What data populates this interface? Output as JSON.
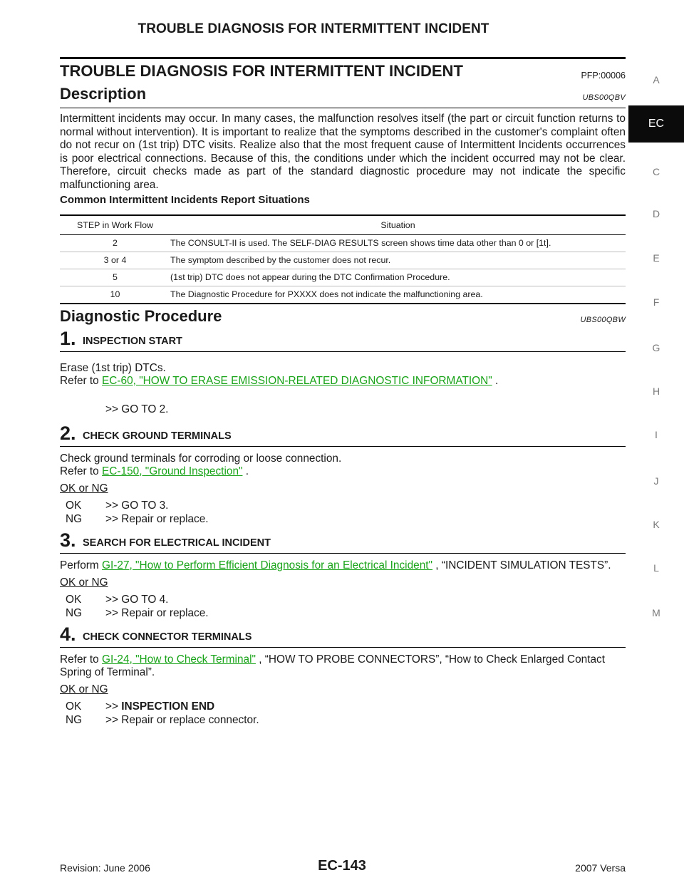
{
  "header": {
    "title": "TROUBLE DIAGNOSIS FOR INTERMITTENT INCIDENT"
  },
  "sidebar": {
    "letters": [
      "A",
      "EC",
      "C",
      "D",
      "E",
      "F",
      "G",
      "H",
      "I",
      "J",
      "K",
      "L",
      "M"
    ],
    "active": "EC"
  },
  "section1": {
    "title": "TROUBLE DIAGNOSIS FOR INTERMITTENT INCIDENT",
    "code": "PFP:00006"
  },
  "description": {
    "title": "Description",
    "code": "UBS00QBV",
    "body": "Intermittent incidents may occur. In many cases, the malfunction resolves itself (the part or circuit function returns to normal without intervention). It is important to realize that the symptoms described in the customer's complaint often do not recur on (1st trip) DTC visits. Realize also that the most frequent cause of Intermittent Incidents occurrences is poor electrical connections. Because of this, the conditions under which the incident occurred may not be clear. Therefore, circuit checks made as part of the standard diagnostic procedure may not indicate the specific malfunctioning area.",
    "subhead": "Common Intermittent Incidents Report Situations"
  },
  "table": {
    "headers": [
      "STEP in Work Flow",
      "Situation"
    ],
    "rows": [
      [
        "2",
        "The CONSULT-II is used. The SELF-DIAG RESULTS screen shows time data other than 0 or [1t]."
      ],
      [
        "3 or 4",
        "The symptom described by the customer does not recur."
      ],
      [
        "5",
        "(1st trip) DTC does not appear during the DTC Confirmation Procedure."
      ],
      [
        "10",
        "The Diagnostic Procedure for PXXXX does not indicate the malfunctioning area."
      ]
    ]
  },
  "procedure": {
    "title": "Diagnostic Procedure",
    "code": "UBS00QBW"
  },
  "steps": {
    "s1": {
      "num": "1.",
      "label": "INSPECTION START",
      "line1": "Erase (1st trip) DTCs.",
      "refer": "Refer to ",
      "link": "EC-60, \"HOW TO ERASE EMISSION-RELATED DIAGNOSTIC INFORMATION\"",
      "after": " .",
      "goto": ">> GO TO 2."
    },
    "s2": {
      "num": "2.",
      "label": "CHECK GROUND TERMINALS",
      "line1": "Check ground terminals for corroding or loose connection.",
      "refer": "Refer to ",
      "link": "EC-150, \"Ground Inspection\"",
      "after": " .",
      "okng": "OK or NG",
      "ok_k": "OK",
      "ok_v": ">> GO TO 3.",
      "ng_k": "NG",
      "ng_v": ">> Repair or replace."
    },
    "s3": {
      "num": "3.",
      "label": "SEARCH FOR ELECTRICAL INCIDENT",
      "pre": "Perform ",
      "link": "GI-27, \"How to Perform Efficient Diagnosis for an Electrical Incident\"",
      "after": " , “INCIDENT SIMULATION TESTS”.",
      "okng": "OK or NG",
      "ok_k": "OK",
      "ok_v": ">> GO TO 4.",
      "ng_k": "NG",
      "ng_v": ">> Repair or replace."
    },
    "s4": {
      "num": "4.",
      "label": "CHECK CONNECTOR TERMINALS",
      "pre": "Refer to ",
      "link": "GI-24, \"How to Check Terminal\"",
      "after": " , “HOW TO PROBE CONNECTORS”, “How to Check Enlarged Contact Spring of Terminal”.",
      "okng": "OK or NG",
      "ok_k": "OK",
      "ok_arrow": ">> ",
      "ok_v": "INSPECTION END",
      "ng_k": "NG",
      "ng_v": ">> Repair or replace connector."
    }
  },
  "footer": {
    "left": "Revision: June 2006",
    "center": "EC-143",
    "right": "2007 Versa"
  }
}
